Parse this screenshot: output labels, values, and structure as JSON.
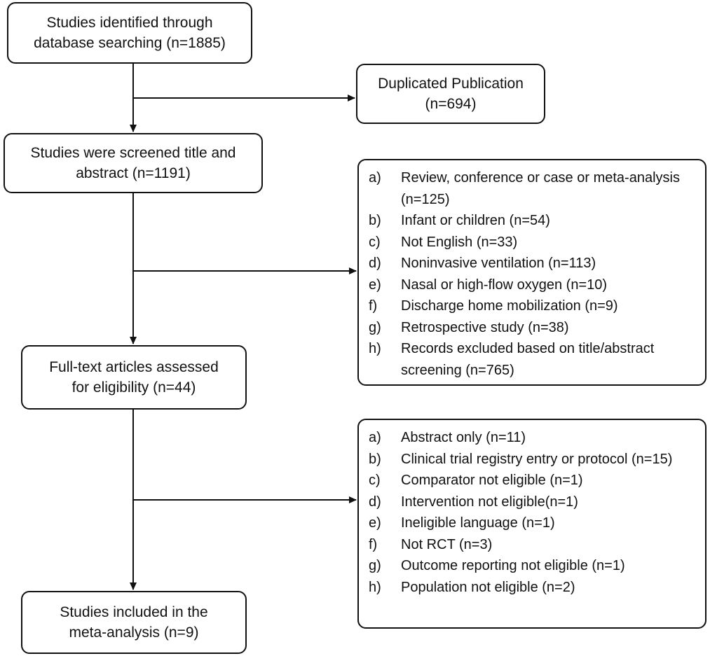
{
  "boxes": {
    "identified": {
      "line1": "Studies identified through",
      "line2": "database searching (n=1885)"
    },
    "duplicates": {
      "line1": "Duplicated Publication",
      "line2": "(n=694)"
    },
    "screened": {
      "line1": "Studies were screened title and",
      "line2": "abstract  (n=1191)"
    },
    "fulltext": {
      "line1": "Full-text articles assessed",
      "line2": "for eligibility (n=44)"
    },
    "included": {
      "line1": "Studies included in the",
      "line2": "meta-analysis (n=9)"
    }
  },
  "exclusions_screening": [
    {
      "letter": "a)",
      "text": "Review, conference or case or meta-analysis (n=125)"
    },
    {
      "letter": "b)",
      "text": "Infant or children (n=54)"
    },
    {
      "letter": "c)",
      "text": "Not English (n=33)"
    },
    {
      "letter": "d)",
      "text": "Noninvasive ventilation (n=113)"
    },
    {
      "letter": "e)",
      "text": "Nasal or high-flow oxygen (n=10)"
    },
    {
      "letter": "f)",
      "text": "Discharge home  mobilization (n=9)"
    },
    {
      "letter": "g)",
      "text": "Retrospective study (n=38)"
    },
    {
      "letter": "h)",
      "text": "Records excluded based on title/abstract screening (n=765)"
    }
  ],
  "exclusions_fulltext": [
    {
      "letter": "a)",
      "text": "Abstract only (n=11)"
    },
    {
      "letter": "b)",
      "text": "Clinical trial registry entry or protocol (n=15)"
    },
    {
      "letter": "c)",
      "text": "Comparator not eligible (n=1)"
    },
    {
      "letter": "d)",
      "text": "Intervention not eligible(n=1)"
    },
    {
      "letter": "e)",
      "text": "Ineligible language (n=1)"
    },
    {
      "letter": "f)",
      "text": "Not RCT (n=3)"
    },
    {
      "letter": "g)",
      "text": "Outcome reporting not eligible (n=1)"
    },
    {
      "letter": "h)",
      "text": "Population not eligible (n=2)"
    }
  ]
}
